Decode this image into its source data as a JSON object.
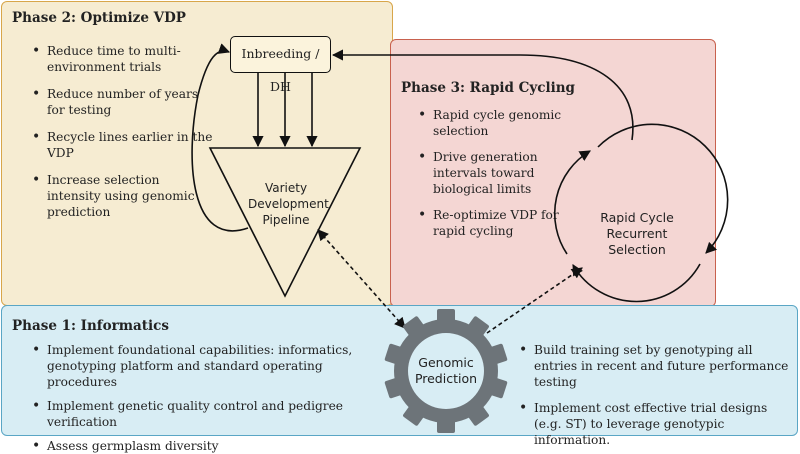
{
  "phase2": {
    "title": "Phase 2:  Optimize VDP",
    "bullets": [
      "Reduce time to multi-environment trials",
      "Reduce number of years for testing",
      "Recycle lines earlier in the VDP",
      "Increase selection intensity using genomic prediction"
    ]
  },
  "phase3": {
    "title": "Phase 3:  Rapid Cycling",
    "bullets": [
      "Rapid cycle genomic selection",
      "Drive generation intervals toward biological limits",
      "Re-optimize VDP for rapid cycling"
    ]
  },
  "phase1": {
    "title": "Phase 1:  Informatics",
    "bullets_left": [
      "Implement foundational capabilities: informatics, genotyping platform and standard operating procedures",
      "Implement genetic quality control and pedigree verification",
      "Assess germplasm diversity"
    ],
    "bullets_right": [
      "Build training set by genotyping all entries in recent and future performance testing",
      "Implement cost effective trial designs (e.g. ST) to leverage genotypic information."
    ]
  },
  "nodes": {
    "inbreeding": "Inbreeding / DH",
    "vdp": "Variety Development Pipeline",
    "rapid_cycle": "Rapid Cycle Recurrent Selection",
    "genomic": "Genomic Prediction"
  },
  "colors": {
    "phase2_fill": "#f6ecd2",
    "phase2_border": "#d8a64a",
    "phase3_fill": "#f4d6d3",
    "phase3_border": "#c8614e",
    "phase1_fill": "#d8edf4",
    "phase1_border": "#5aa6c5",
    "gear": "#6d7479"
  },
  "icons": [
    "gear-icon",
    "arrow-icon"
  ]
}
